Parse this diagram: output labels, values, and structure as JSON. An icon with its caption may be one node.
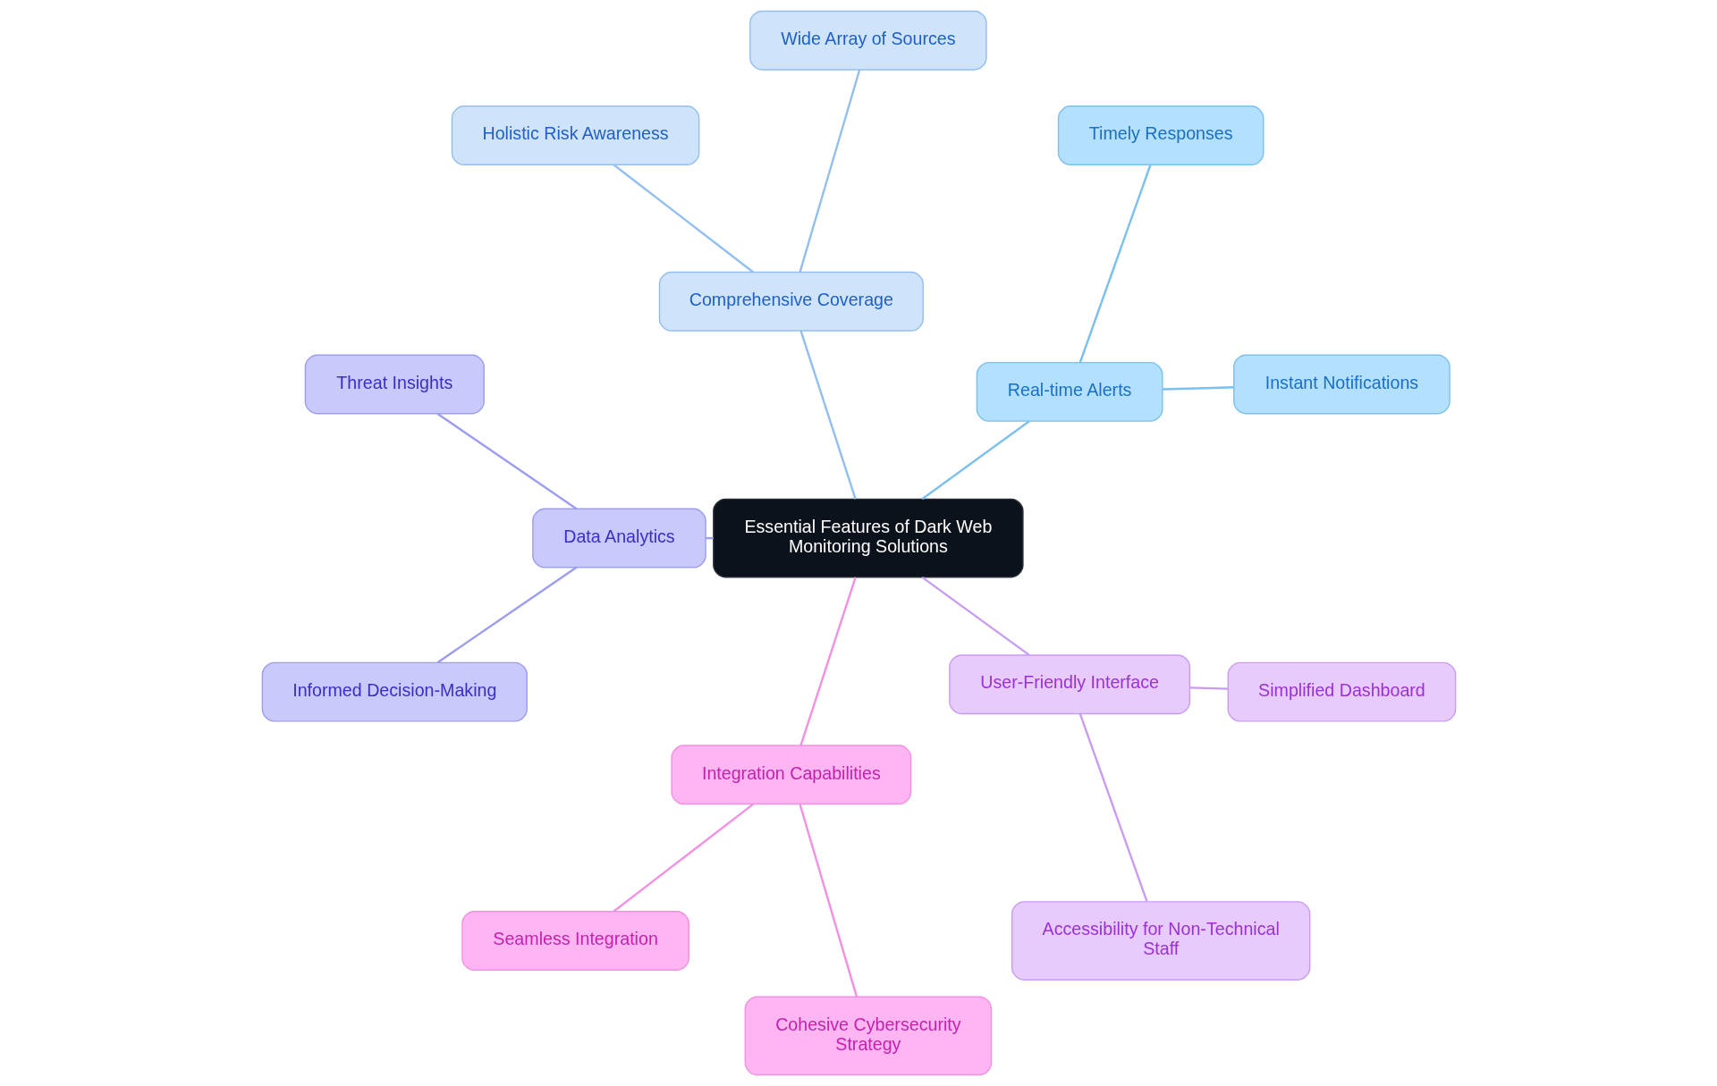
{
  "diagram": {
    "nodes": [
      {
        "text": [
          "Essential Features of Dark Web Monitoring Solutions"
        ]
      },
      {
        "text": [
          "Real-time Alerts"
        ]
      },
      {
        "text": [
          "Instant Notifications"
        ]
      },
      {
        "text": [
          "Timely Responses"
        ]
      },
      {
        "text": [
          "Comprehensive Coverage"
        ]
      },
      {
        "text": [
          "Wide Array of Sources"
        ]
      },
      {
        "text": [
          "Holistic Risk Awareness"
        ]
      },
      {
        "text": [
          "Data Analytics"
        ]
      },
      {
        "text": [
          "Threat Insights"
        ]
      },
      {
        "text": [
          "Informed Decision-Making"
        ]
      },
      {
        "text": [
          "Integration Capabilities"
        ]
      },
      {
        "text": [
          "Seamless Integration"
        ]
      },
      {
        "text": [
          "Cohesive Cybersecurity Strategy"
        ]
      },
      {
        "text": [
          "User-Friendly Interface"
        ]
      },
      {
        "text": [
          "Accessibility for Non-Technical Staff"
        ]
      },
      {
        "text": [
          "Simplified Dashboard"
        ]
      }
    ],
    "edges": [
      {
        "from": 0,
        "to": 1,
        "arrow": "none",
        "color": "#7cc0ee"
      },
      {
        "from": 1,
        "to": 2,
        "arrow": "none",
        "color": "#7cc0ee"
      },
      {
        "from": 1,
        "to": 3,
        "arrow": "none",
        "color": "#7cc0ee"
      },
      {
        "from": 0,
        "to": 4,
        "arrow": "none",
        "color": "#92bff0"
      },
      {
        "from": 4,
        "to": 5,
        "arrow": "none",
        "color": "#92bff0"
      },
      {
        "from": 4,
        "to": 6,
        "arrow": "none",
        "color": "#92bff0"
      },
      {
        "from": 0,
        "to": 7,
        "arrow": "none",
        "color": "#9c9cf2"
      },
      {
        "from": 7,
        "to": 8,
        "arrow": "none",
        "color": "#9c9cf2"
      },
      {
        "from": 7,
        "to": 9,
        "arrow": "none",
        "color": "#9c9cf2"
      },
      {
        "from": 0,
        "to": 10,
        "arrow": "none",
        "color": "#f290e2"
      },
      {
        "from": 10,
        "to": 11,
        "arrow": "none",
        "color": "#f290e2"
      },
      {
        "from": 10,
        "to": 12,
        "arrow": "none",
        "color": "#f290e2"
      },
      {
        "from": 0,
        "to": 13,
        "arrow": "none",
        "color": "#c99cf2"
      },
      {
        "from": 13,
        "to": 14,
        "arrow": "none",
        "color": "#c99cf2"
      },
      {
        "from": 13,
        "to": 15,
        "arrow": "none",
        "color": "#c99cf2"
      }
    ]
  }
}
